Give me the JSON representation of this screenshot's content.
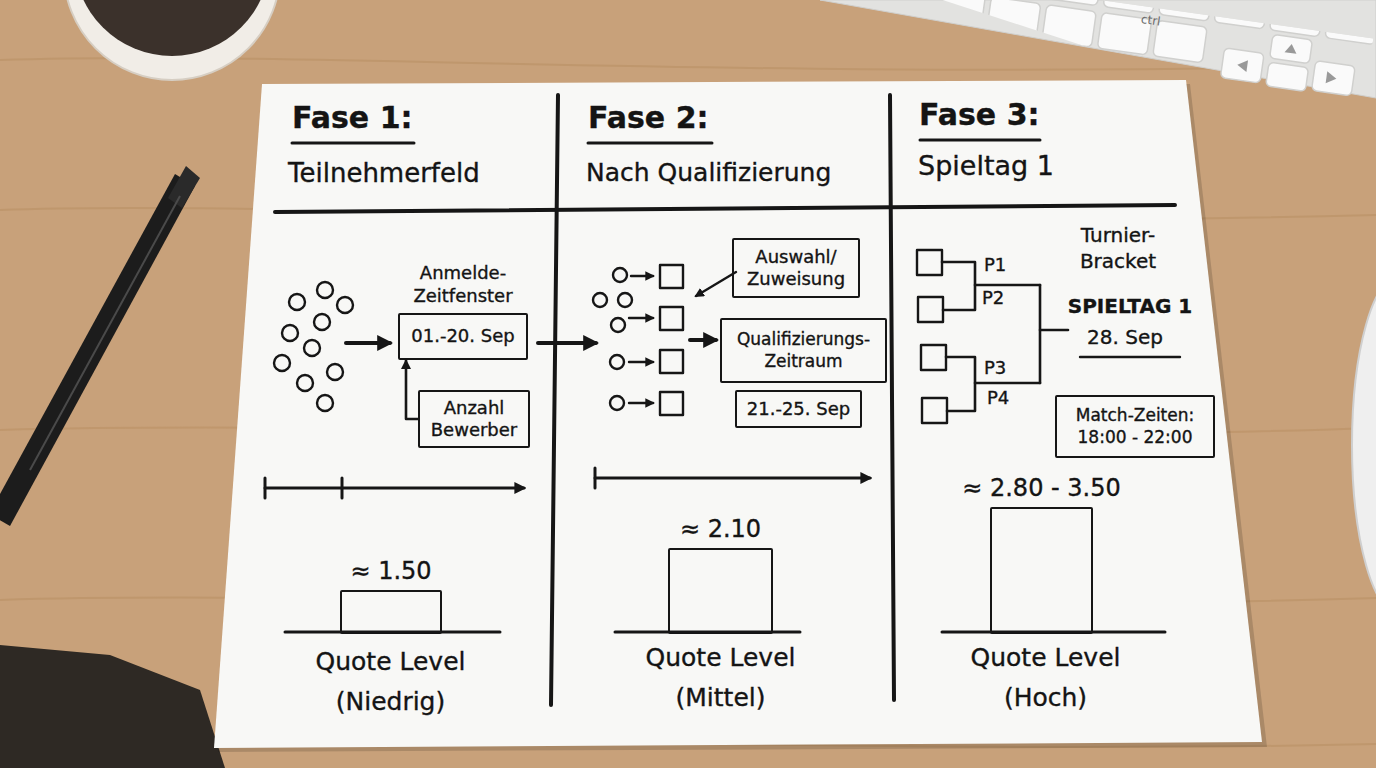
{
  "diagram": {
    "nodes": [
      {
        "text": [
          "Anmelde- Zeitfenster",
          "01.-20. Sep"
        ]
      },
      {
        "text": [
          "Anzahl Bewerber"
        ]
      },
      {
        "text": [
          "≈ 1.50"
        ]
      },
      {
        "text": [
          "Auswahl/ Zuweisung"
        ]
      },
      {
        "text": [
          "Qualifizierungs- Zeitraum"
        ]
      },
      {
        "text": [
          "21.-25. Sep"
        ]
      },
      {
        "text": [
          "≈ 2.10"
        ]
      },
      {
        "text": [
          "Match-Zeiten:",
          "18:00 - 22:00"
        ]
      },
      {
        "text": [
          "≈ 2.80 - 3.50"
        ]
      }
    ],
    "edges": [
      {
        "from": 1,
        "to": 0,
        "arrow": "to"
      }
    ],
    "labels": [
      "Fase 1:",
      "Teilnehmerfeld",
      "Quote Level (Niedrig)",
      "Fase 2:",
      "Nach Qualifizierung",
      "Quote Level (Mittel)",
      "Fase 3:",
      "Spieltag 1",
      "P1",
      "P2",
      "P3",
      "P4",
      "Turnier- Bracket",
      "SPIELTAG 1",
      "28. Sep",
      "Quote Level (Hoch)",
      "ctrl"
    ]
  }
}
